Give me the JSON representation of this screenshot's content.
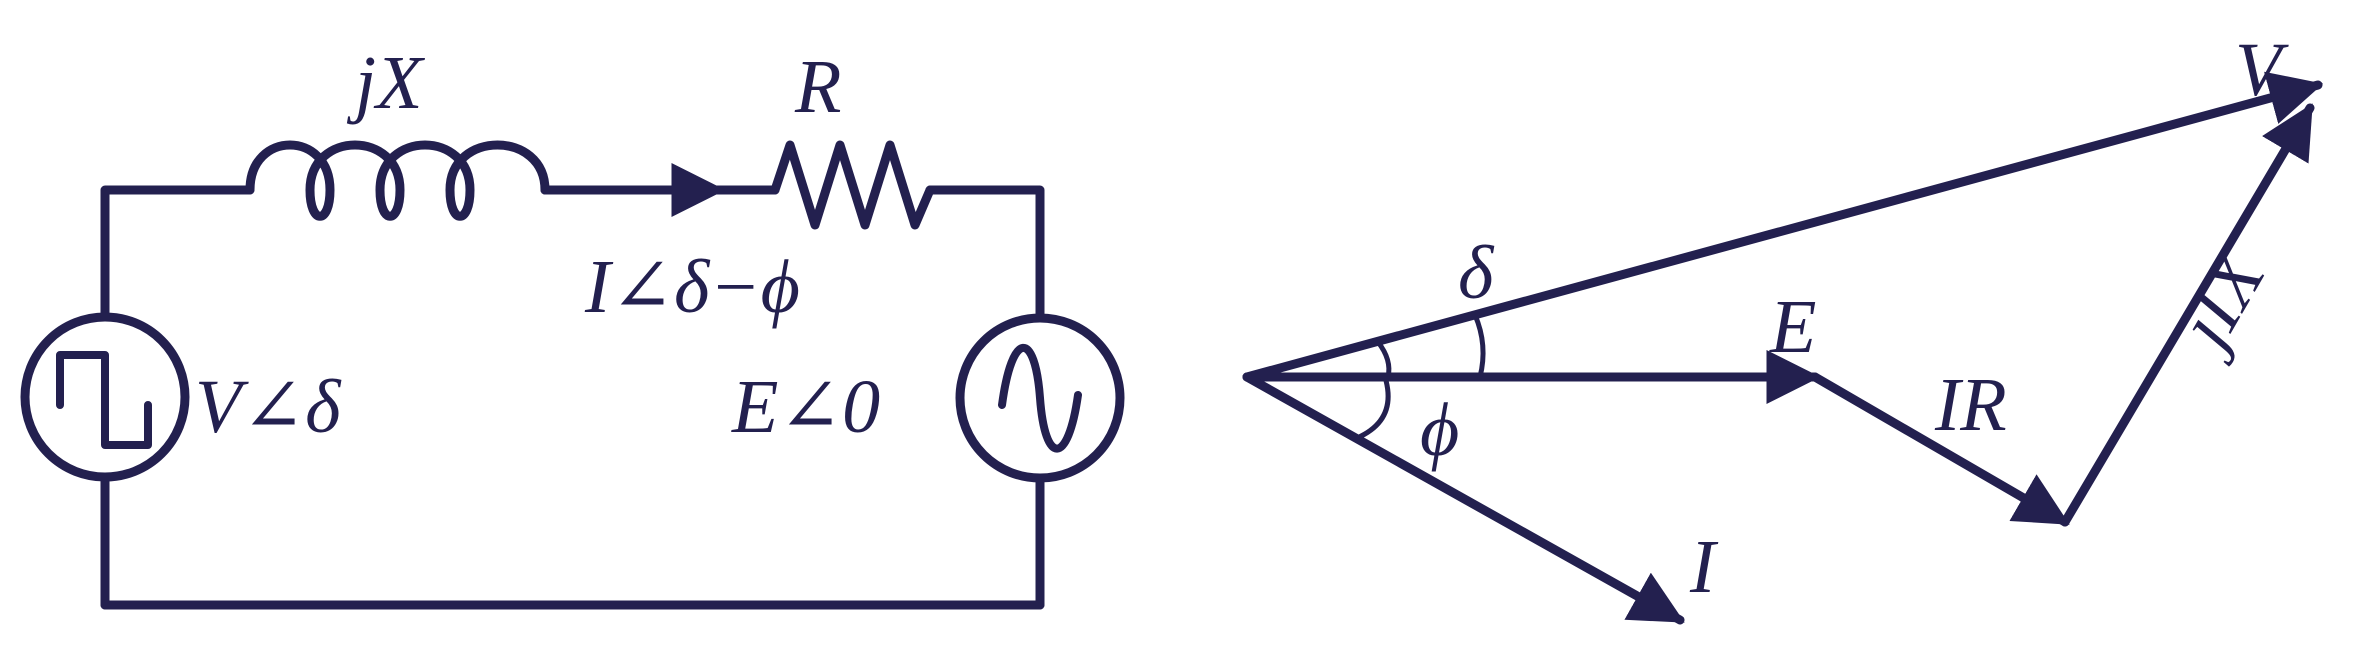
{
  "colors": {
    "ink": "#23204f",
    "background": "#ffffff"
  },
  "circuit": {
    "inductor_label": "jX",
    "resistor_label": "R",
    "current_label": "I∠δ−ϕ",
    "source_left_label": "V∠δ",
    "source_right_label": "E∠0",
    "source_left_icon": "square-wave-icon",
    "source_right_icon": "sine-wave-icon"
  },
  "phasor": {
    "v_label": "V",
    "e_label": "E",
    "i_label": "I",
    "ir_label": "IR",
    "jix_label": "jIX",
    "delta_label": "δ",
    "phi_label": "ϕ"
  }
}
